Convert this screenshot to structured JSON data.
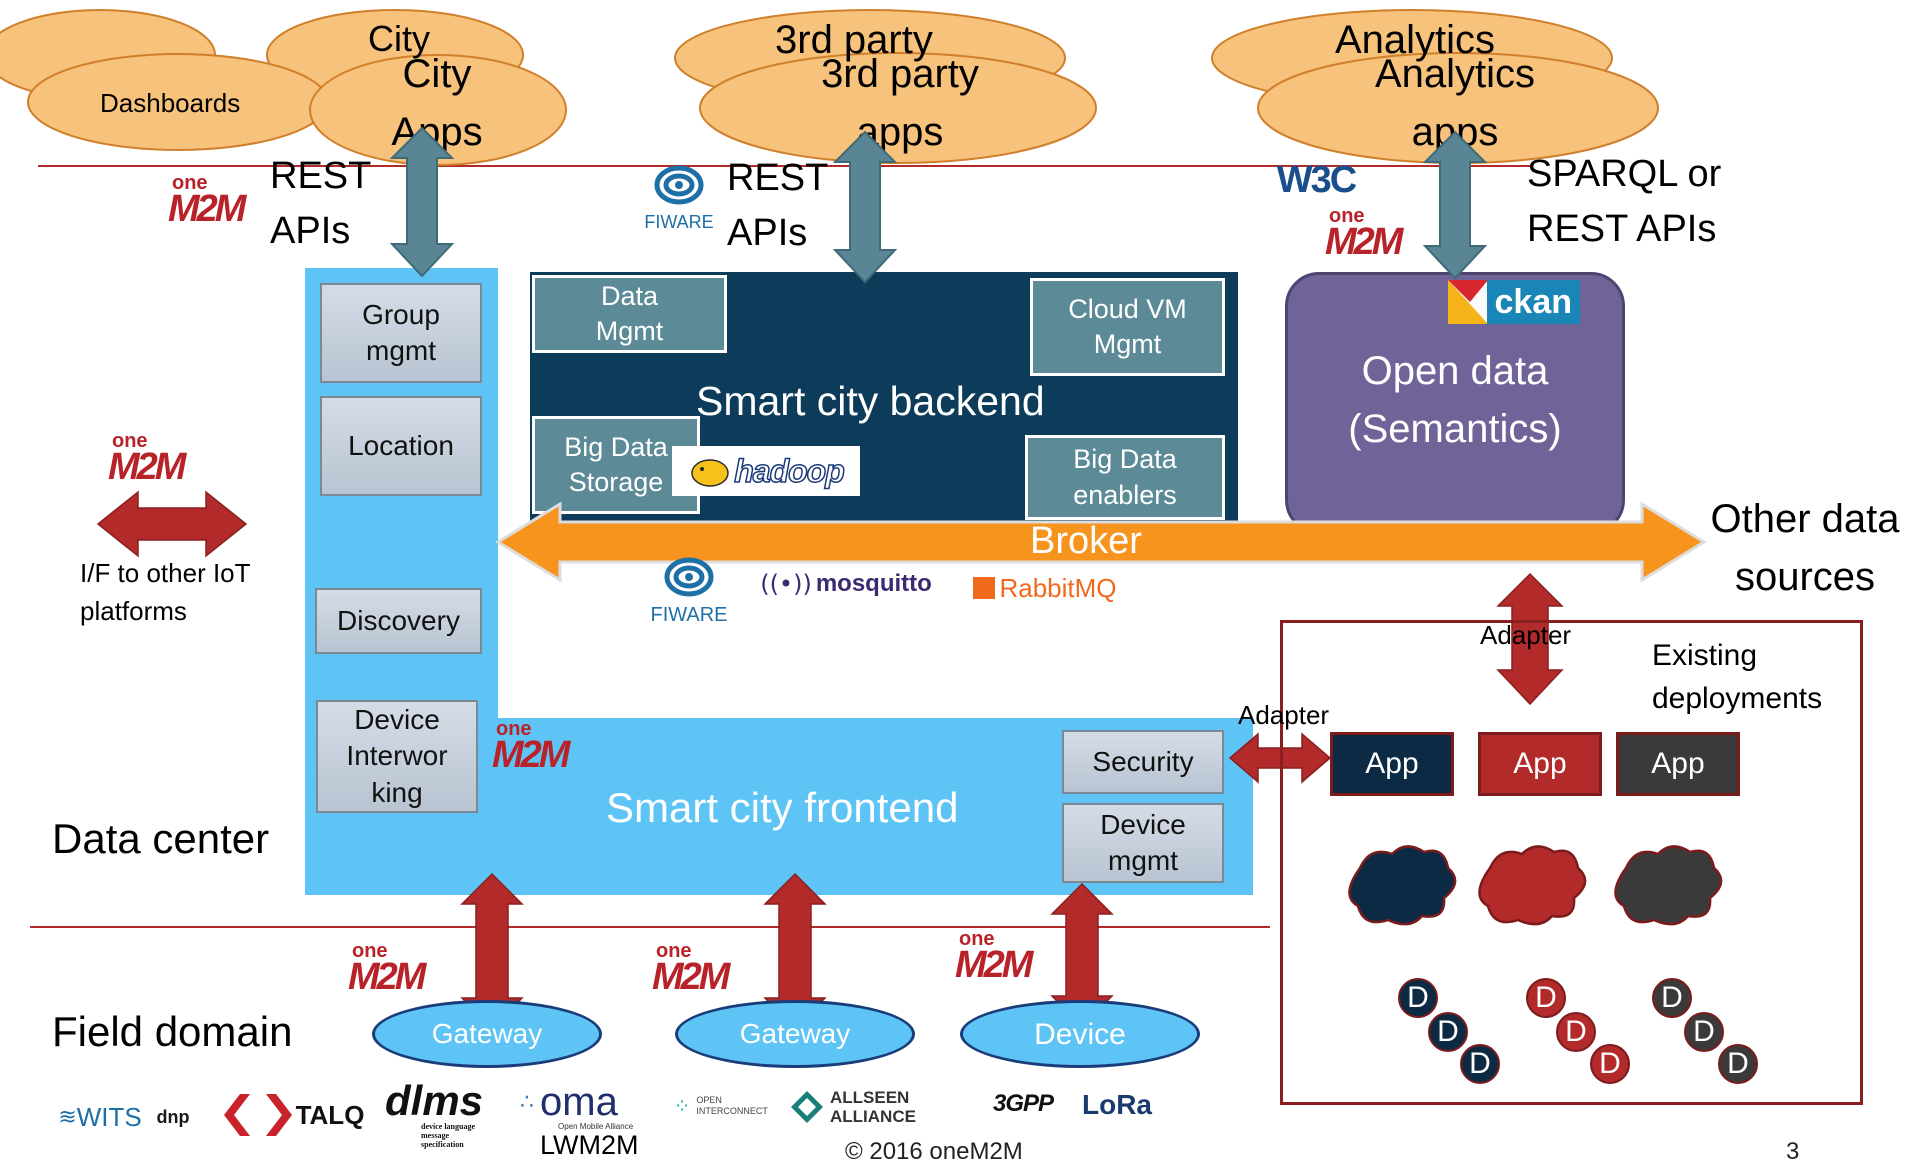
{
  "top_clouds": {
    "city_back": "City",
    "city_front": "City Apps",
    "dashboards": "Dashboards",
    "third_back": "3rd party",
    "third_front": "3rd party apps",
    "analytics_back": "Analytics",
    "analytics_front": "Analytics apps"
  },
  "interfaces": {
    "rest_left": "REST APIs",
    "rest_mid": "REST APIs",
    "sparql": "SPARQL or REST APIs"
  },
  "data_center": {
    "label": "Data center",
    "modules_left": [
      "Group mgmt",
      "Location",
      "Discovery",
      "Device Interworking"
    ],
    "interwor_lines": [
      "Device",
      "Interwor",
      "king"
    ],
    "frontend_label": "Smart city frontend",
    "security": "Security",
    "device_mgmt": "Device mgmt"
  },
  "backend": {
    "label": "Smart city backend",
    "data_mgmt": "Data Mgmt",
    "cloud_vm": "Cloud VM Mgmt",
    "big_data_storage": "Big Data Storage",
    "big_data_enablers": "Big Data enablers"
  },
  "open_data": {
    "label": "Open data (Semantics)",
    "ckan": "ckan"
  },
  "broker": {
    "label": "Broker",
    "other_sources": "Other data sources"
  },
  "iot_if": "I/F to other IoT platforms",
  "existing": {
    "label": "Existing deployments",
    "adapter_top": "Adapter",
    "adapter_left": "Adapter",
    "apps": [
      "App",
      "App",
      "App"
    ],
    "device_letter": "D"
  },
  "field": {
    "label": "Field domain",
    "gateway1": "Gateway",
    "gateway2": "Gateway",
    "device": "Device",
    "lwm2m": "LWM2M"
  },
  "logos": {
    "onem2m_one": "one",
    "onem2m_m2m": "M2M",
    "fiware": "FIWARE",
    "w3c": "W3C",
    "hadoop": "hadoop",
    "mosquitto": "mosquitto",
    "rabbitmq": "RabbitMQ",
    "wits": "WITS",
    "dnp": "dnp",
    "talq": "TALQ",
    "dlms": "dlms",
    "dlms_sub": "device language message specification",
    "oma": "oma",
    "oma_sub": "Open Mobile Alliance",
    "openinterconnect": "OPEN INTERCONNECT",
    "allseen": "ALLSEEN ALLIANCE",
    "threegpp": "3GPP",
    "lora": "LoRa"
  },
  "footer": {
    "copyright": "© 2016 oneM2M",
    "page": "3"
  },
  "colors": {
    "cloud": "#f7c27b",
    "data_center_blue": "#5ec4f6",
    "backend_navy": "#0d3c5a",
    "open_data_purple": "#706398",
    "broker_orange": "#f6941e",
    "arrow_red": "#b22a2a",
    "arrow_steel": "#5a8595",
    "line_red": "#b22a2a",
    "app_navy": "#0d2a45",
    "app_red": "#b22a2a",
    "app_dark": "#3a3a3a"
  }
}
